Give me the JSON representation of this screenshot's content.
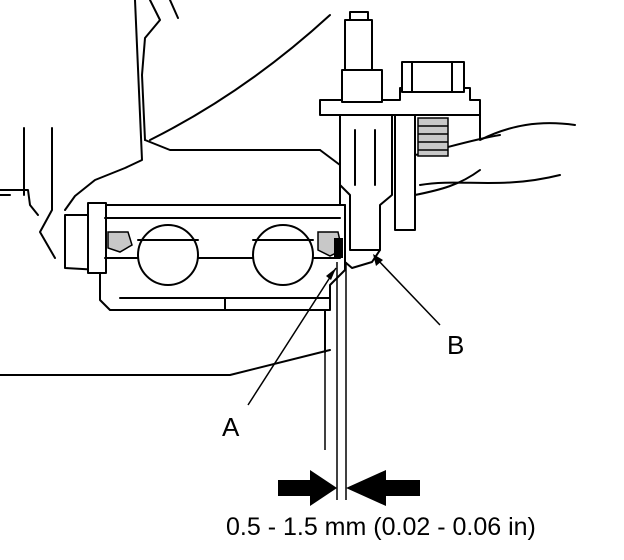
{
  "diagram": {
    "labels": {
      "a": "A",
      "b": "B"
    },
    "clearance_spec": "0.5 - 1.5 mm (0.02 - 0.06 in)"
  }
}
